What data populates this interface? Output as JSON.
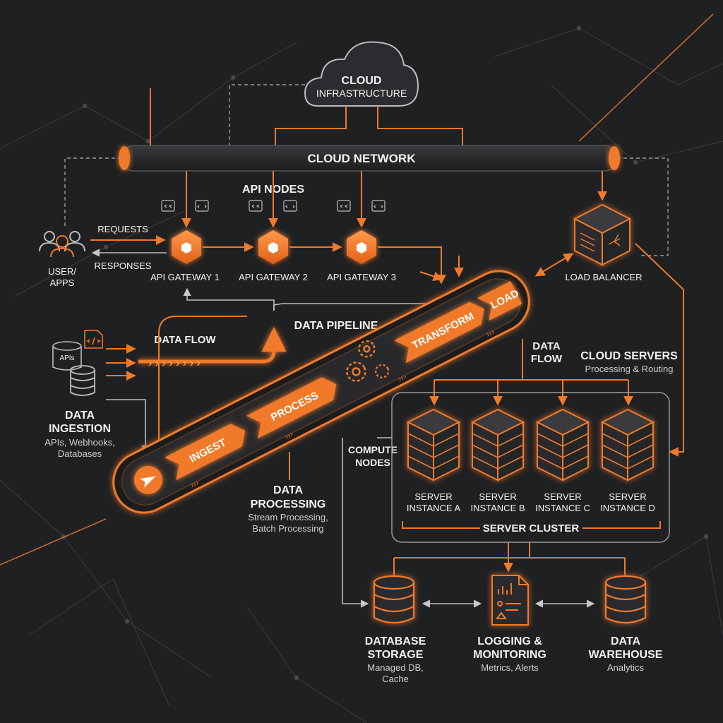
{
  "cloud": {
    "line1": "CLOUD",
    "line2": "INFRASTRUCTURE"
  },
  "network": {
    "label": "CLOUD NETWORK"
  },
  "api_nodes": {
    "title": "API NODES"
  },
  "gateways": [
    {
      "label": "API GATEWAY 1"
    },
    {
      "label": "API GATEWAY 2"
    },
    {
      "label": "API GATEWAY 3"
    }
  ],
  "user": {
    "line1": "USER/",
    "line2": "APPS",
    "requests": "REQUESTS",
    "responses": "RESPONSES"
  },
  "load_balancer": {
    "label": "LOAD BALANCER"
  },
  "ingestion": {
    "icon_label": "APIs",
    "data_flow": "DATA FLOW",
    "title1": "DATA",
    "title2": "INGESTION",
    "sub1": "APIs, Webhooks,",
    "sub2": "Databases"
  },
  "pipeline": {
    "title": "DATA PIPELINE",
    "stages": [
      "INGEST",
      "PROCESS",
      "TRANSFORM",
      "LOAD"
    ]
  },
  "processing": {
    "title1": "DATA",
    "title2": "PROCESSING",
    "sub1": "Stream Processing,",
    "sub2": "Batch Processing"
  },
  "cloud_servers": {
    "data_flow1": "DATA",
    "data_flow2": "FLOW",
    "title": "CLOUD SERVERS",
    "sub": "Processing & Routing",
    "compute1": "COMPUTE",
    "compute2": "NODES",
    "instances": [
      {
        "line1": "SERVER",
        "line2": "INSTANCE A"
      },
      {
        "line1": "SERVER",
        "line2": "INSTANCE B"
      },
      {
        "line1": "SERVER",
        "line2": "INSTANCE C"
      },
      {
        "line1": "SERVER",
        "line2": "INSTANCE D"
      }
    ],
    "cluster": "SERVER CLUSTER"
  },
  "storage": {
    "db_title1": "DATABASE",
    "db_title2": "STORAGE",
    "db_sub1": "Managed DB,",
    "db_sub2": "Cache",
    "log_title1": "LOGGING &",
    "log_title2": "MONITORING",
    "log_sub": "Metrics, Alerts",
    "dw_title1": "DATA",
    "dw_title2": "WAREHOUSE",
    "dw_sub": "Analytics"
  },
  "colors": {
    "accent": "#f07a2a",
    "background": "#1f2022",
    "panel": "#2b2c2f"
  }
}
